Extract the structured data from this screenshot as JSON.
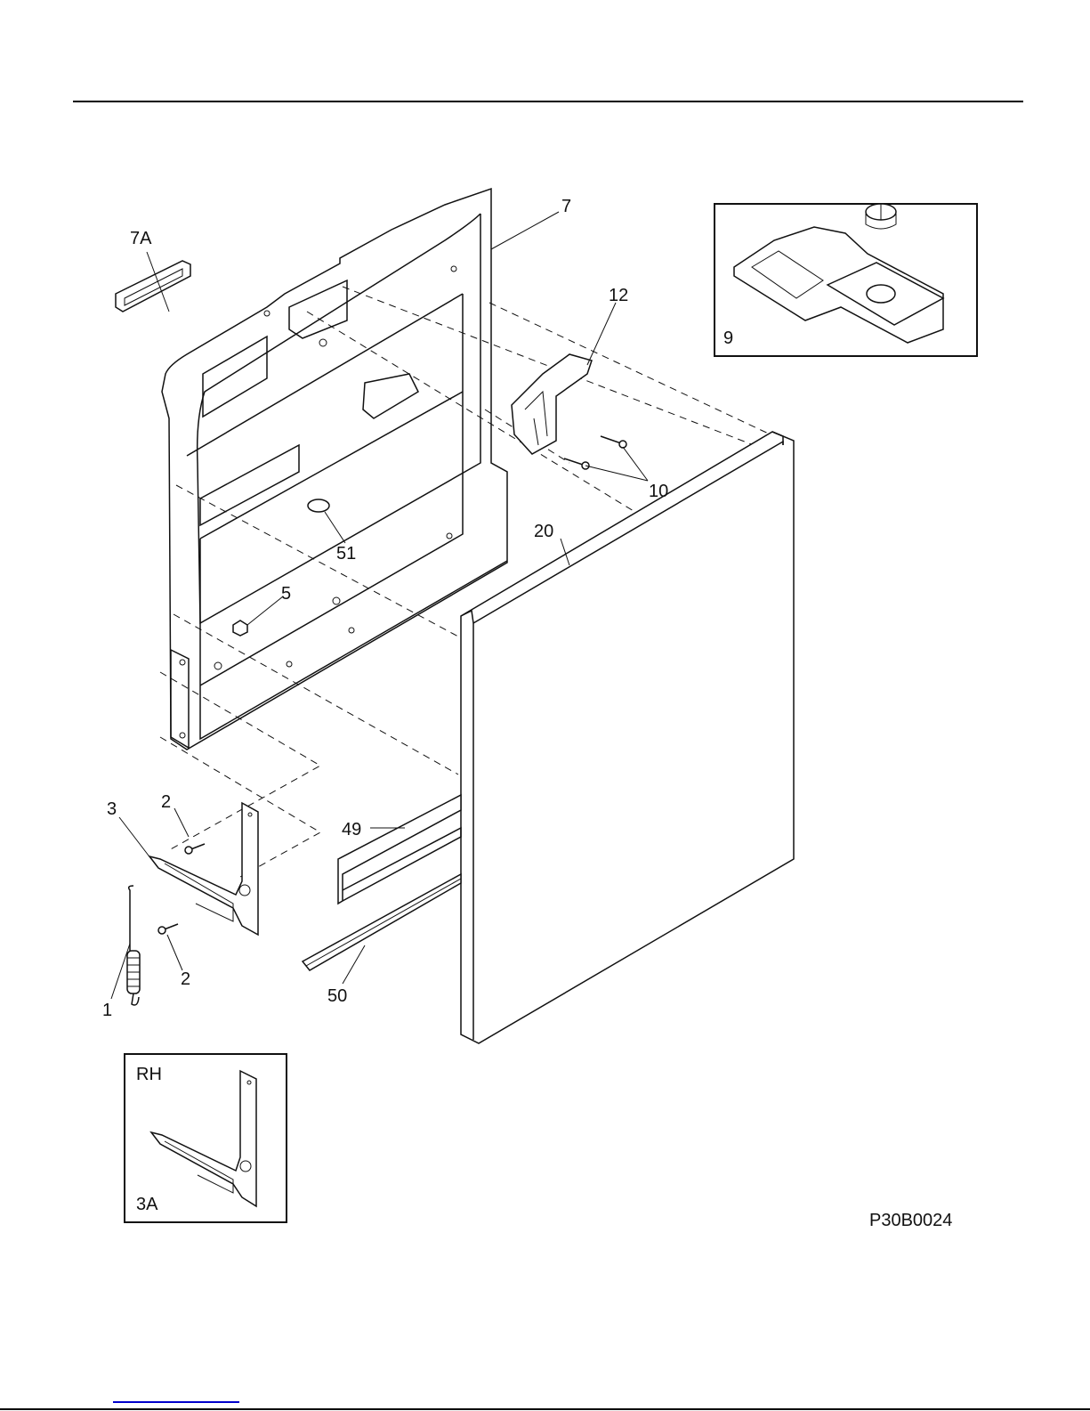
{
  "diagram": {
    "drawing_number": "P30B0024",
    "callouts": {
      "door_panel_inner": "7",
      "vent_cover": "7A",
      "latch": "12",
      "screws_latch": "10",
      "outer_door_panel": "20",
      "plug": "51",
      "nut": "5",
      "hinge_lh": "3",
      "screw_upper": "2",
      "screw_lower": "2",
      "spring": "1",
      "trim_49": "49",
      "trim_50": "50",
      "dispenser": "9"
    },
    "inset_hinge": {
      "side_label": "RH",
      "part_number": "3A"
    }
  }
}
